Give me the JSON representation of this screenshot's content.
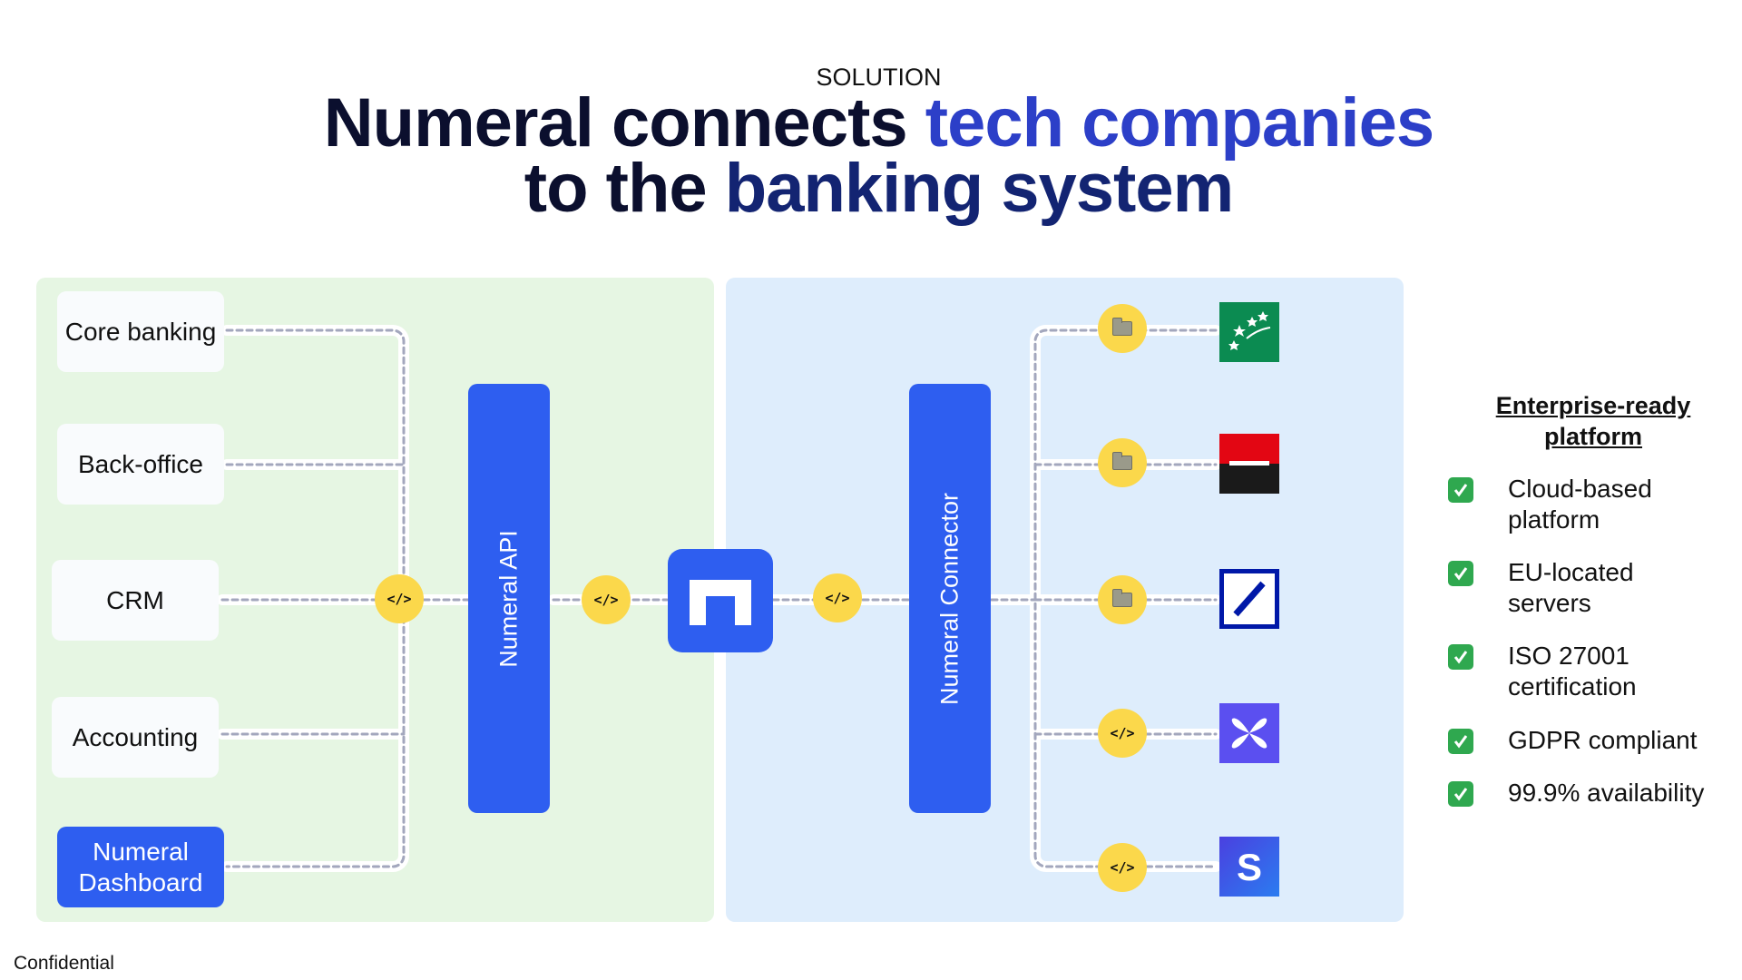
{
  "header": {
    "eyebrow": "SOLUTION",
    "title_part1": "Numeral connects ",
    "title_part2": "tech companies",
    "title_part3": "to the ",
    "title_part4": "banking system"
  },
  "left_systems": [
    "Core banking",
    "Back-office",
    "CRM",
    "Accounting",
    "Numeral Dashboard"
  ],
  "api_label": "Numeral API",
  "connector_label": "Numeral Connector",
  "code_badge": "</>",
  "banks": [
    {
      "name": "bnp-paribas-logo",
      "connection": "file"
    },
    {
      "name": "societe-generale-logo",
      "connection": "file"
    },
    {
      "name": "deutsche-bank-logo",
      "connection": "file"
    },
    {
      "name": "butterfly-logo",
      "connection": "api"
    },
    {
      "name": "s-logo",
      "connection": "api"
    }
  ],
  "sidebar": {
    "title": "Enterprise-ready platform",
    "items": [
      "Cloud-based platform",
      "EU-located servers",
      "ISO 27001 certification",
      "GDPR compliant",
      "99.9% availability"
    ]
  },
  "footer": "Confidential",
  "colors": {
    "brand_blue": "#2e5ef0",
    "title_blue": "#2c3fc8",
    "badge_yellow": "#fbd84b",
    "left_panel": "#e6f6e3",
    "right_panel": "#deedfc",
    "check_green": "#2fa84f"
  }
}
